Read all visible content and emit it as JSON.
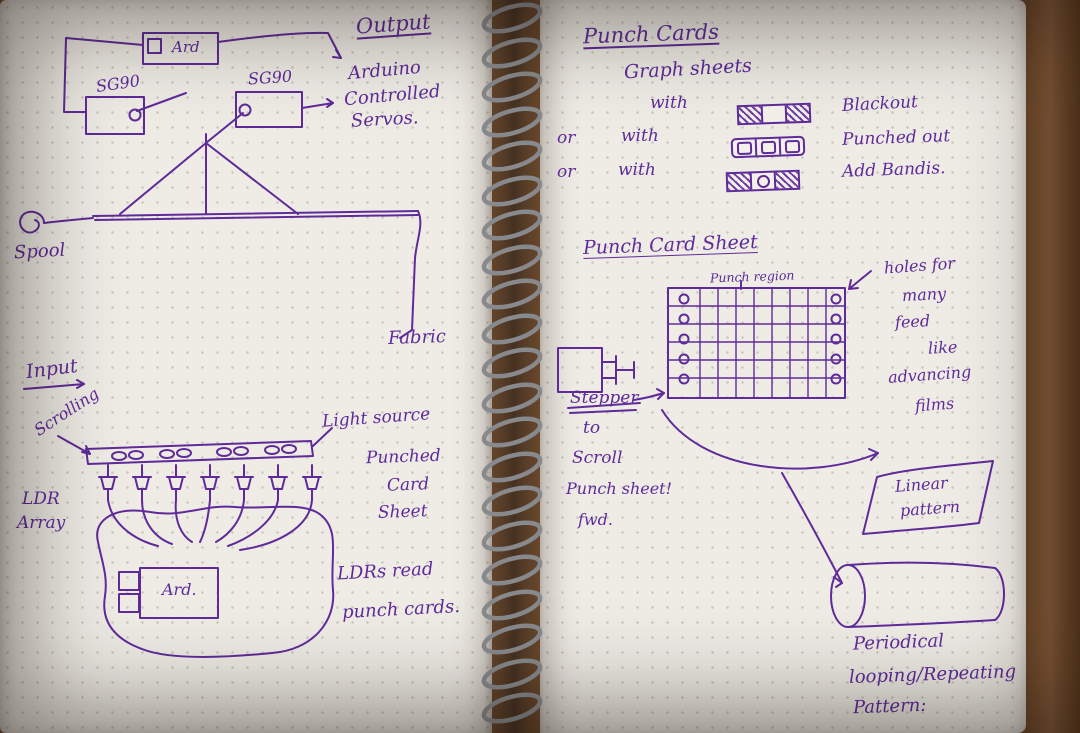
{
  "photo": {
    "ink_color": "#5f2b9a",
    "paper_color": "#efece6",
    "wood_color": "#7a5434"
  },
  "left_page": {
    "output_title": "Output",
    "arduino_box": "Ard",
    "servo_left": "SG90",
    "servo_right": "SG90",
    "servo_note_1": "Arduino",
    "servo_note_2": "Controlled",
    "servo_note_3": "Servos.",
    "spool": "Spool",
    "fabric": "Fabric",
    "input_title": "Input",
    "scrolling": "Scrolling",
    "light_source": "Light source",
    "punched_1": "Punched",
    "punched_2": "Card",
    "punched_3": "Sheet",
    "ldr_1": "LDR",
    "ldr_2": "Array",
    "arduino_box_2": "Ard.",
    "ldr_note_1": "LDRs read",
    "ldr_note_2": "punch cards."
  },
  "right_page": {
    "title": "Punch Cards",
    "graph_sheets": "Graph sheets",
    "with_1": "with",
    "blackout": "Blackout",
    "or_1": "or",
    "with_2": "with",
    "punched_out": "Punched out",
    "or_2": "or",
    "with_3": "with",
    "add_bandis": "Add Bandis.",
    "sheet_title": "Punch Card Sheet",
    "punch_region": "Punch region",
    "holes_1": "holes for",
    "holes_2": "many",
    "holes_3": "feed",
    "holes_4": "like",
    "holes_5": "advancing",
    "holes_6": "films",
    "stepper": "Stepper",
    "to": "to",
    "scroll": "Scroll",
    "punch_sheet": "Punch sheet!",
    "fwd": "fwd.",
    "linear_1": "Linear",
    "linear_2": "pattern",
    "periodic_1": "Periodical",
    "periodic_2": "looping/Repeating",
    "periodic_3": "Pattern:"
  }
}
